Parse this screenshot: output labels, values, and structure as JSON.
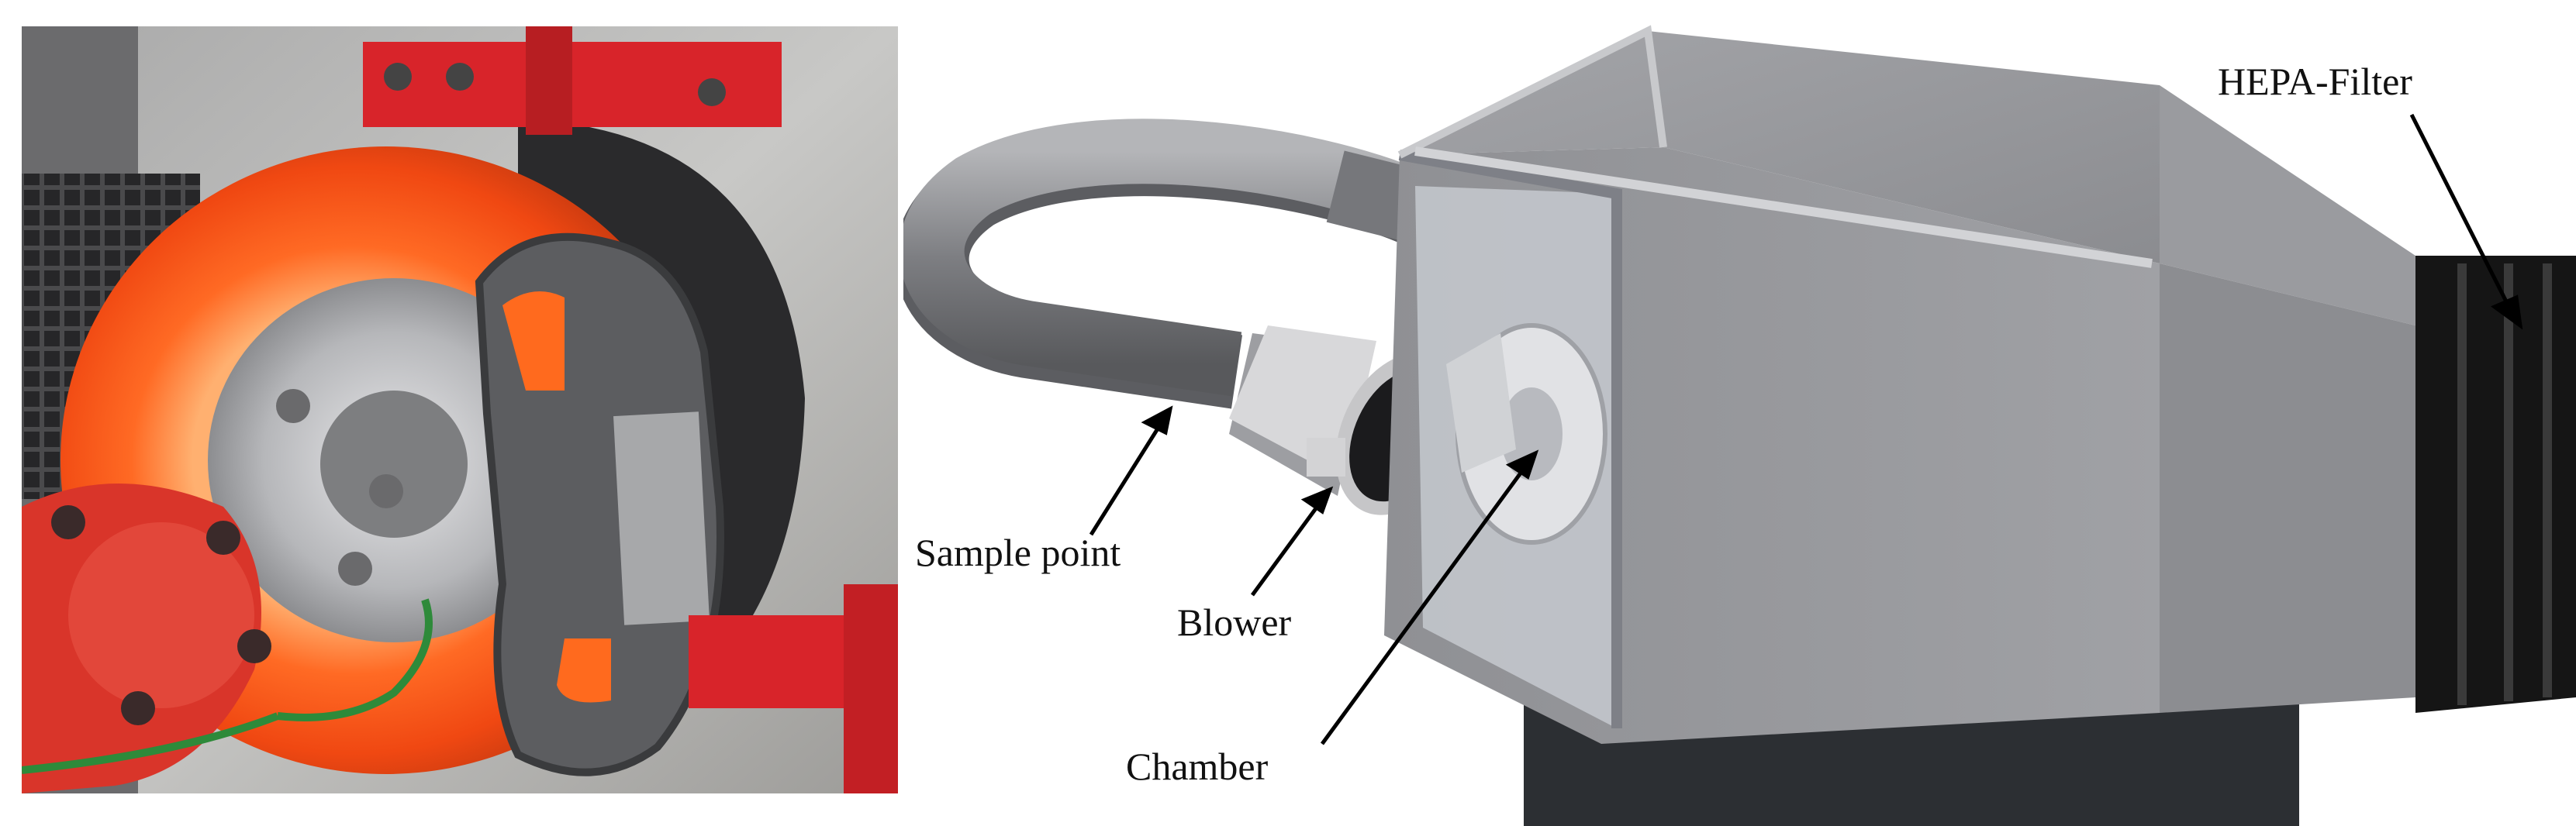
{
  "figure": {
    "labels": {
      "hepa_filter": "HEPA-Filter",
      "sample_point": "Sample point",
      "blower": "Blower",
      "chamber": "Chamber"
    },
    "colors": {
      "hot_disc": "#ff5a1e",
      "mount_red": "#d8242a",
      "caliper_gray": "#5c5d60",
      "tube_gray": "#7b7c80",
      "chamber_gray": "#9a9b9f",
      "filter_black": "#151515"
    }
  }
}
